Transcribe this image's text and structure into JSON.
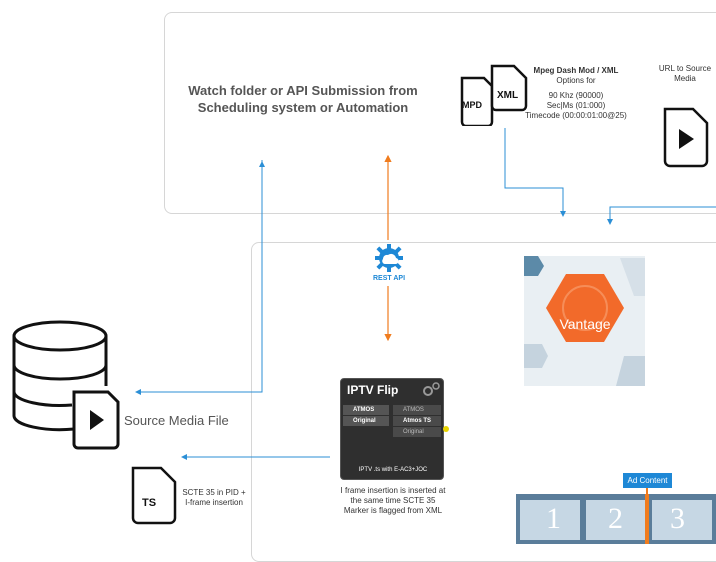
{
  "top_panel": {
    "title": "Watch folder or API Submission from Scheduling system or Automation",
    "mpd_label": "MPD",
    "xml_label": "XML",
    "mpeg_title": "Mpeg Dash Mod / XML",
    "mpeg_lines": [
      "Options for",
      "90 Khz (90000)",
      "Sec|Ms (01:000)",
      "Timecode (00:00:01:00@25)"
    ],
    "url_label": "URL to Source Media"
  },
  "rest_api": {
    "label": "REST API"
  },
  "source_media": {
    "label": "Source Media File"
  },
  "ts_file": {
    "label": "TS",
    "caption": "SCTE 35 in PID + I-frame insertion"
  },
  "iptv_flip": {
    "title": "IPTV Flip",
    "left_rows": [
      "ATMOS",
      "Original"
    ],
    "right_rows": [
      "ATMOS",
      "Atmos TS",
      "Original"
    ],
    "footer": "IPTV .ts with E-AC3+JOC",
    "caption": "I frame insertion is inserted at the same time SCTE 35 Marker is flagged from XML"
  },
  "vantage": {
    "label": "Vantage"
  },
  "ad_content": {
    "label": "Ad Content",
    "frames": [
      "1",
      "2",
      "3"
    ]
  },
  "colors": {
    "blue_arrow": "#2b8fd6",
    "orange_arrow": "#f07c1e",
    "vantage_orange": "#f26a2a"
  }
}
